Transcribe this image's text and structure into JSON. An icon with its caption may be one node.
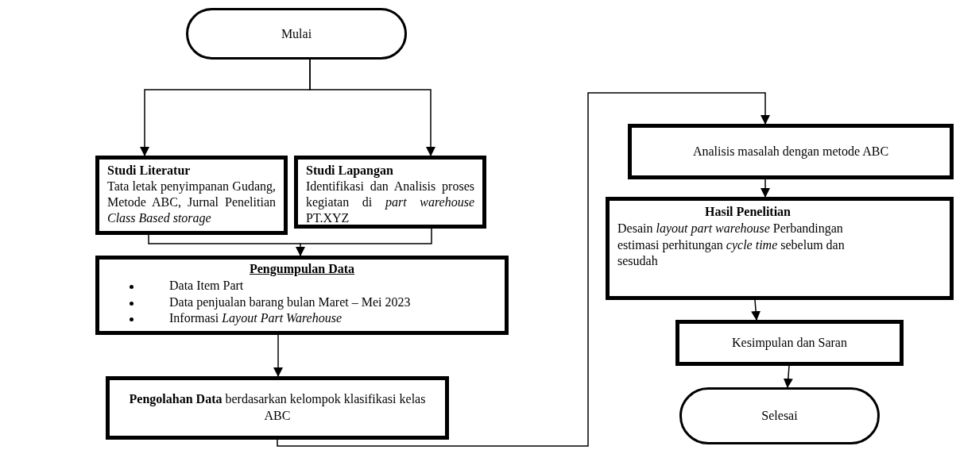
{
  "diagram": {
    "nodes": [
      {
        "text": [
          "Mulai"
        ]
      },
      {
        "text": [
          "Studi Literatur",
          "Tata letak penyimpanan Gudang, Metode ABC, Jurnal Penelitian *Class Based storage*"
        ]
      },
      {
        "text": [
          "Studi Lapangan",
          "Identifikasi dan Analisis proses kegiatan di *part warehouse* PT.XYZ"
        ]
      },
      {
        "text": [
          "Pengumpulan Data",
          "Data Item Part",
          "Data penjualan barang bulan Maret – Mei 2023",
          "Informasi *Layout Part Warehouse*"
        ]
      },
      {
        "text": [
          "**Pengolahan Data** berdasarkan kelompok klasifikasi kelas ABC"
        ]
      },
      {
        "text": [
          "Analisis masalah dengan metode ABC"
        ]
      },
      {
        "text": [
          "Hasil Penelitian",
          "Desain *layout part warehouse* Perbandingan estimasi perhitungan *cycle time* sebelum dan sesudah"
        ]
      },
      {
        "text": [
          "Kesimpulan dan Saran"
        ]
      },
      {
        "text": [
          "Selesai"
        ]
      }
    ],
    "edges": [
      {
        "from": 0,
        "to": 1,
        "arrow": "to"
      },
      {
        "from": 0,
        "to": 2,
        "arrow": "to"
      },
      {
        "from": 1,
        "to": 3,
        "arrow": "none"
      },
      {
        "from": 2,
        "to": 3,
        "arrow": "to"
      },
      {
        "from": 3,
        "to": 4,
        "arrow": "to"
      },
      {
        "from": 4,
        "to": 5,
        "arrow": "to"
      },
      {
        "from": 5,
        "to": 6,
        "arrow": "to"
      },
      {
        "from": 6,
        "to": 7,
        "arrow": "to"
      },
      {
        "from": 7,
        "to": 8,
        "arrow": "to"
      }
    ]
  }
}
